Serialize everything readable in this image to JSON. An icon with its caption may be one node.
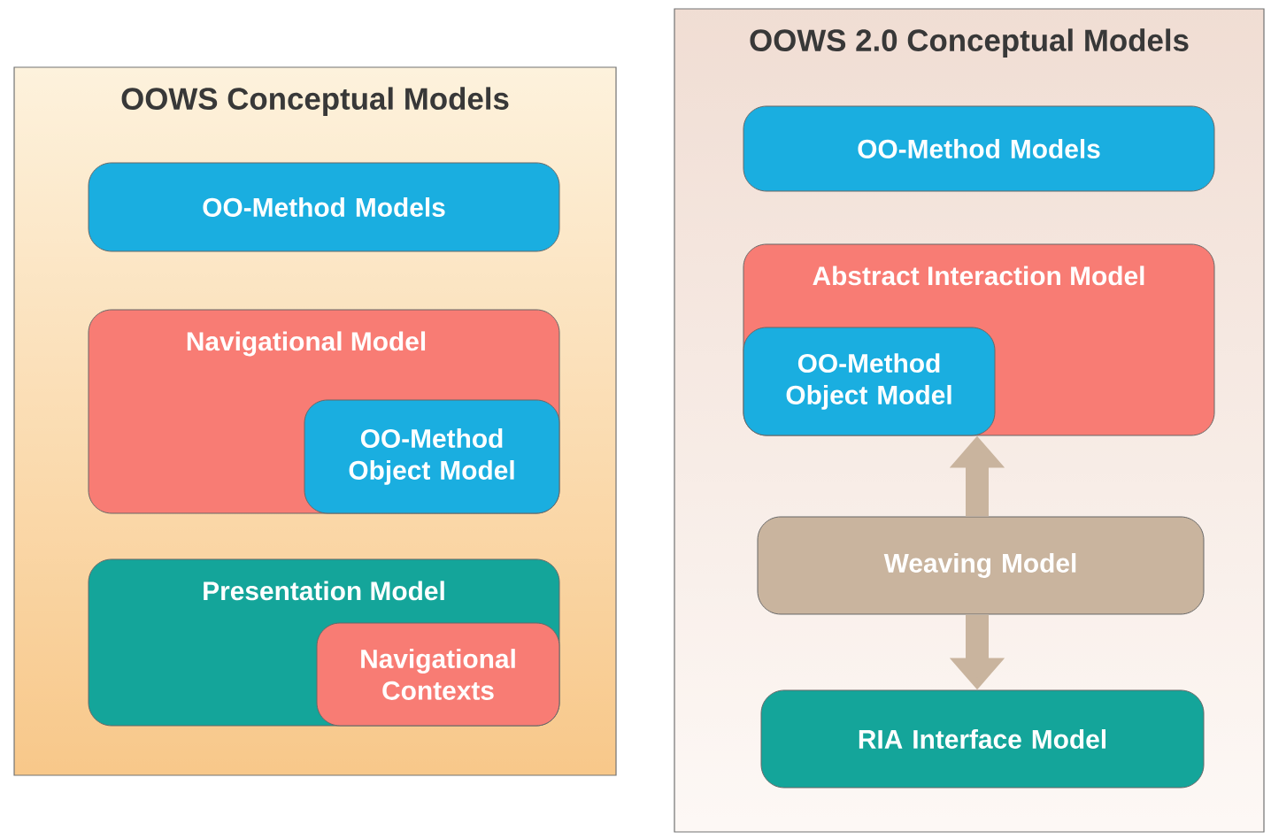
{
  "diagram": {
    "nodes": [
      {
        "text": [
          "OOWS Conceptual Models"
        ]
      },
      {
        "text": [
          "OO-Method Models"
        ],
        "in": 0
      },
      {
        "text": [
          "Navigational Model"
        ],
        "in": 0
      },
      {
        "text": [
          "OO-Method Object Model"
        ],
        "in": 2
      },
      {
        "text": [
          "Presentation Model"
        ],
        "in": 0
      },
      {
        "text": [
          "Navigational Contexts"
        ],
        "in": 4
      },
      {
        "text": [
          "OOWS 2.0 Conceptual Models"
        ]
      },
      {
        "text": [
          "OO-Method Models"
        ],
        "in": 6
      },
      {
        "text": [
          "Abstract Interaction Model"
        ],
        "in": 6
      },
      {
        "text": [
          "OO-Method Object Model"
        ],
        "in": 8
      },
      {
        "text": [
          "Weaving Model"
        ],
        "in": 6
      },
      {
        "text": [
          "RIA Interface Model"
        ],
        "in": 6
      }
    ],
    "edges": [
      {
        "from": 10,
        "to": 9,
        "arrow": "to"
      },
      {
        "from": 10,
        "to": 11,
        "arrow": "to"
      }
    ]
  }
}
